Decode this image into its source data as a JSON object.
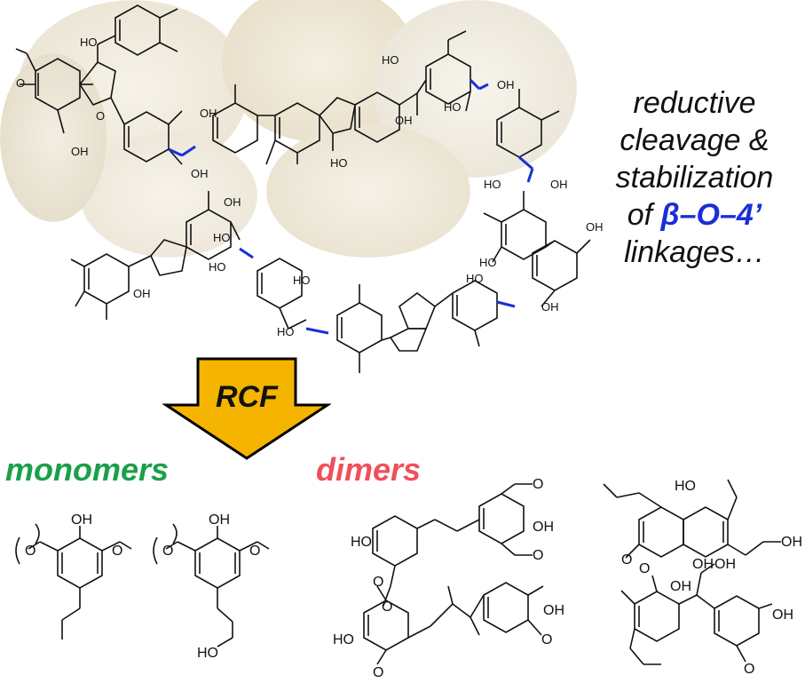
{
  "caption": {
    "line1": "reductive",
    "line2": "cleavage &",
    "line3": "stabilization",
    "line4_prefix": "of ",
    "line4_highlight": "β–O–4’",
    "line5": "linkages…"
  },
  "arrow": {
    "label": "RCF",
    "fill": "#f5b400",
    "stroke": "#000000"
  },
  "products": {
    "monomers_label": "monomers",
    "dimers_label": "dimers"
  },
  "colors": {
    "bond": "#111111",
    "linkage": "#1a2fd6",
    "monomers": "#1aa04a",
    "dimers": "#f0505a"
  },
  "atom_labels": {
    "oh": "OH",
    "ho": "HO",
    "o": "O"
  }
}
